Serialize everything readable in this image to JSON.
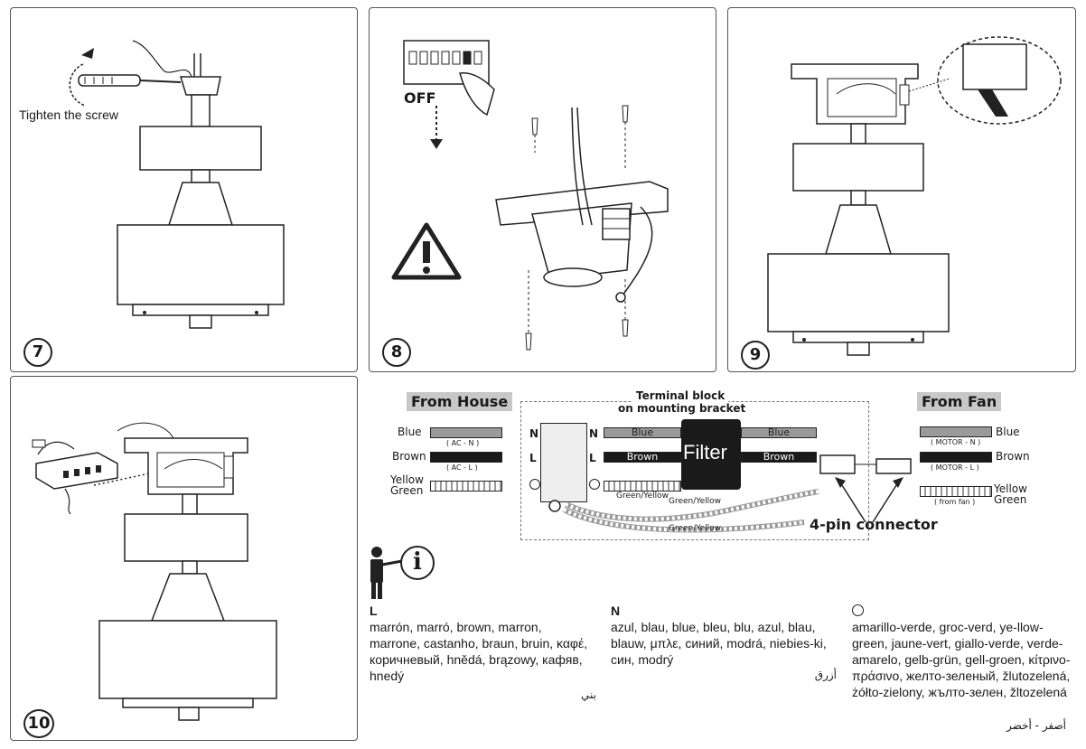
{
  "steps": {
    "s7": {
      "num": "7",
      "label": "Tighten the screw"
    },
    "s8": {
      "num": "8",
      "switch_label": "OFF"
    },
    "s9": {
      "num": "9"
    },
    "s10": {
      "num": "10"
    }
  },
  "wiring": {
    "from_house": "From House",
    "from_fan": "From Fan",
    "terminal_title_1": "Terminal block",
    "terminal_title_2": "on mounting bracket",
    "filter": "Filter",
    "connector": "4-pin connector",
    "house": {
      "blue": "Blue",
      "brown": "Brown",
      "yellow": "Yellow",
      "green": "Green",
      "ac_n": "( AC - N )",
      "ac_l": "( AC - L )"
    },
    "fan": {
      "blue": "Blue",
      "brown": "Brown",
      "yellow": "Yellow",
      "green": "Green",
      "motor_n": "( MOTOR - N )",
      "motor_l": "( MOTOR - L )",
      "from_fan": "( from fan )"
    },
    "terminal": {
      "n": "N",
      "l": "L"
    },
    "wire_blue": "Blue",
    "wire_brown": "Brown",
    "green_yellow": "Green/Yellow"
  },
  "legend": {
    "l_head": "L",
    "l_text": "marrón, marró, brown, marron, marrone, castanho, braun, bruin, καφέ, коричневый, hnědá, brązowy, кафяв, hnedý",
    "l_arabic": "بني",
    "n_head": "N",
    "n_text": "azul, blau, blue, bleu, blu, azul, blau, blauw, μπλε, синий, modrá, niebies-ki, син, modrý",
    "n_arabic": "أزرق",
    "g_text": "amarillo-verde, groc-verd, ye-llow-green, jaune-vert, giallo-verde, verde-amarelo, gelb-grün, gell-groen, κίτρινο-πράσινο, желто-зеленый, žlutozelená, żółto-zielony, жълто-зелен, žltozelená",
    "g_arabic": "أصفر - أخضر",
    "info_icon": "i"
  },
  "colors": {
    "blue_wire": "#9a9a9a",
    "brown_wire": "#1a1a1a",
    "header_bg": "#c8c8c8"
  }
}
